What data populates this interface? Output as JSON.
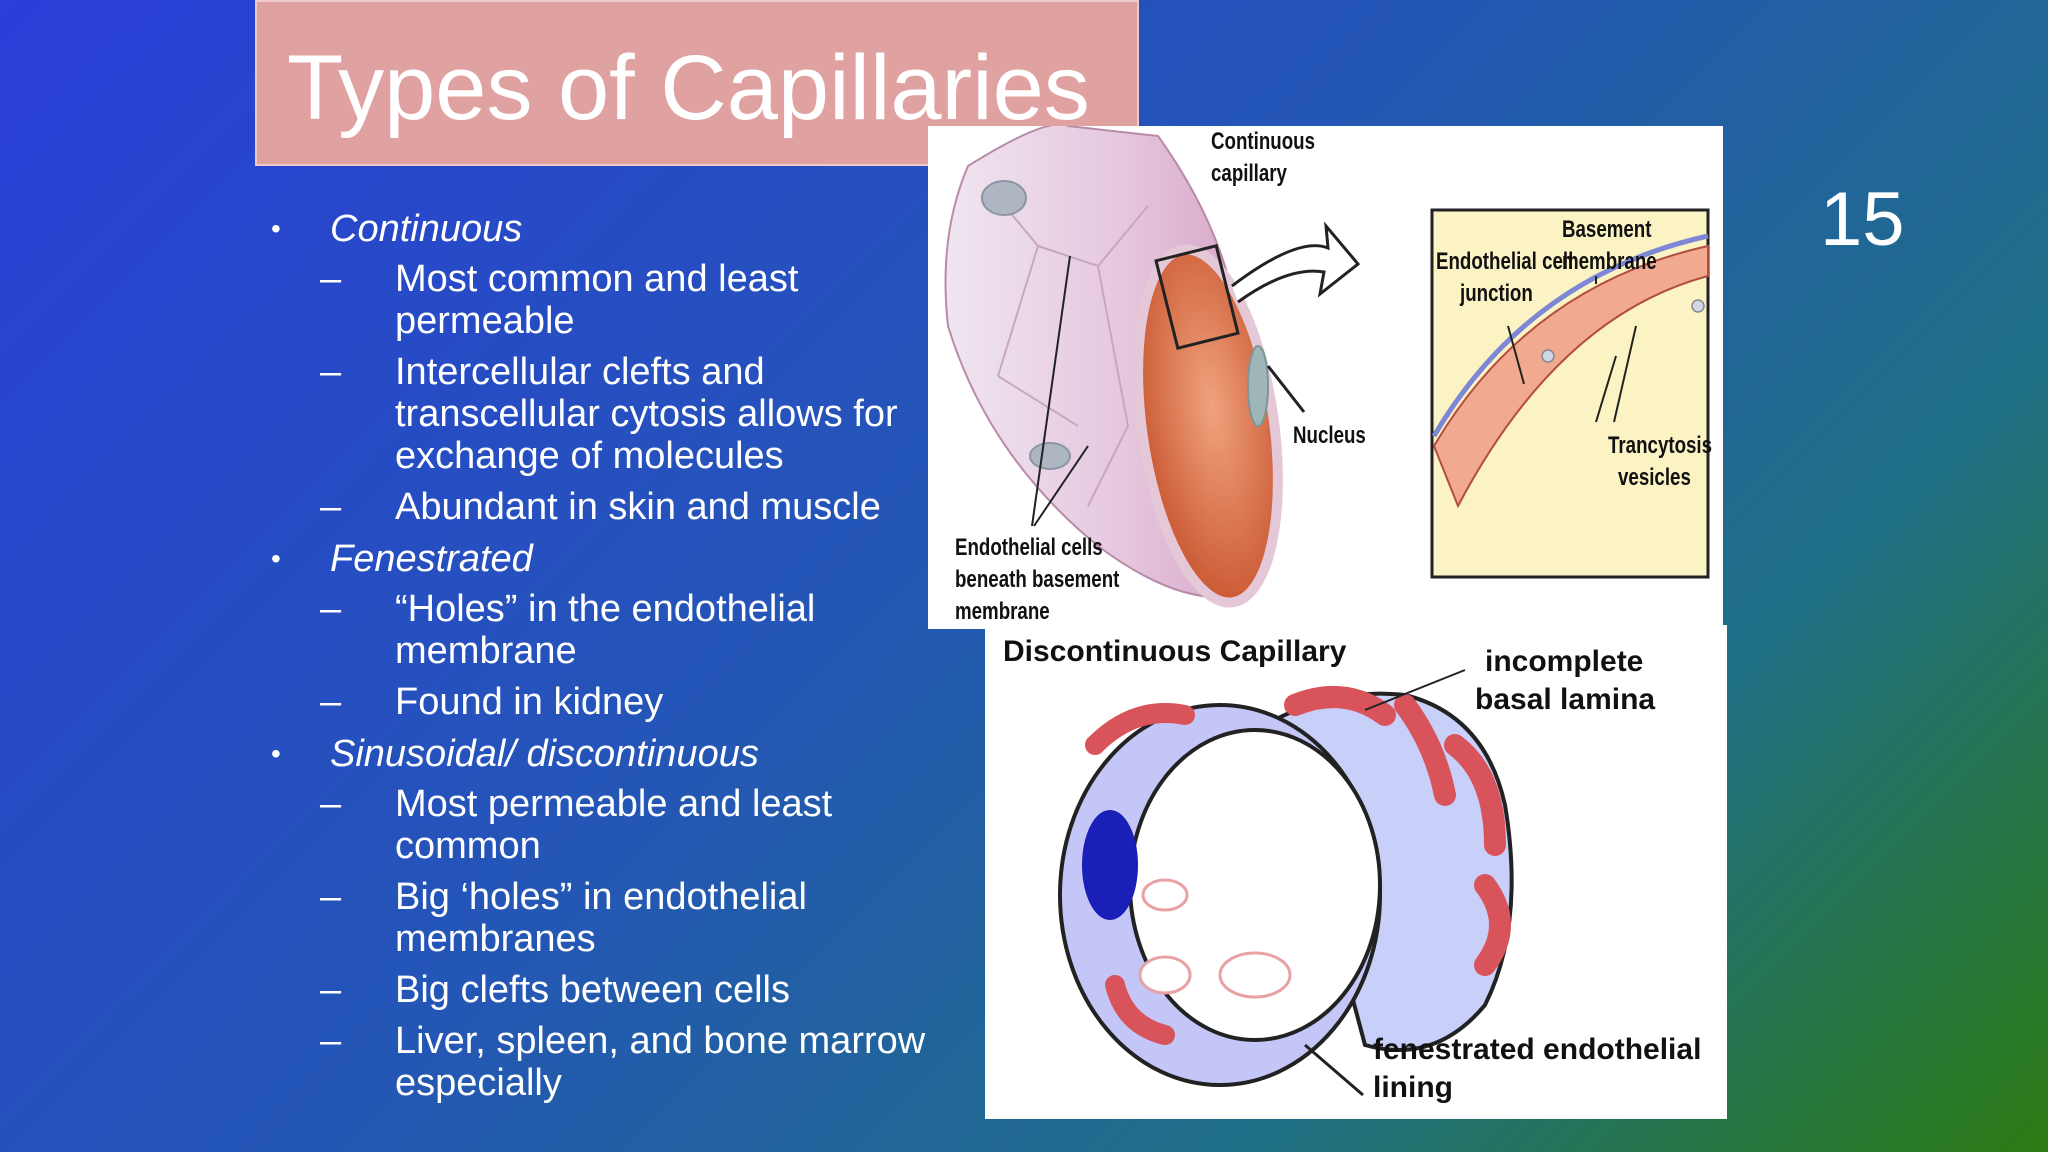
{
  "slide": {
    "title": "Types of Capillaries",
    "number": "15"
  },
  "bullets": [
    {
      "heading": "Continuous",
      "items": [
        "Most common and least permeable",
        "Intercellular clefts and transcellular cytosis allows for exchange of molecules",
        "Abundant in skin and muscle"
      ]
    },
    {
      "heading": "Fenestrated",
      "items": [
        "“Holes” in the endothelial membrane",
        "Found in kidney"
      ]
    },
    {
      "heading": "Sinusoidal/ discontinuous",
      "items": [
        "Most permeable and least common",
        "Big ‘holes” in endothelial membranes",
        "Big clefts between cells",
        "Liver, spleen, and bone marrow especially"
      ]
    }
  ],
  "figure_continuous": {
    "label_capillary_line1": "Continuous",
    "label_capillary_line2": "capillary",
    "label_nucleus": "Nucleus",
    "label_endothelial_line1": "Endothelial cells",
    "label_endothelial_line2": "beneath basement",
    "label_endothelial_line3": "membrane",
    "inset_basement_line1": "Basement",
    "inset_basement_line2": "membrane",
    "inset_junction_line1": "Endothelial cell",
    "inset_junction_line2": "junction",
    "inset_vesicles_line1": "Trancytosis",
    "inset_vesicles_line2": "vesicles"
  },
  "figure_discontinuous": {
    "title": "Discontinuous Capillary",
    "label_lamina_line1": "incomplete",
    "label_lamina_line2": "basal lamina",
    "label_lining_line1": "fenestrated endothelial",
    "label_lining_line2": "lining"
  }
}
